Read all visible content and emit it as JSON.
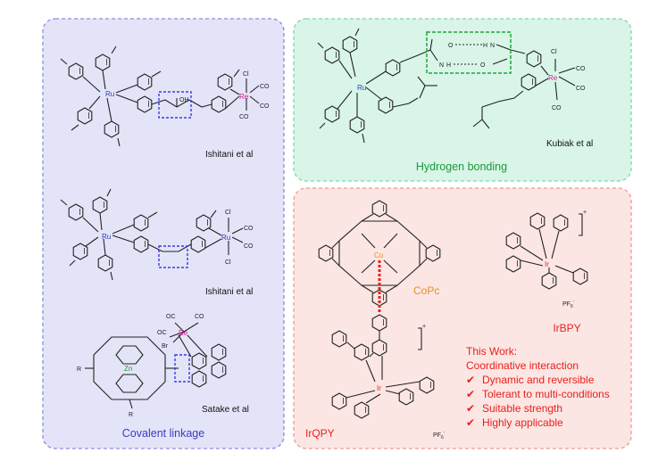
{
  "panels": {
    "covalent": {
      "title": "Covalent linkage",
      "examples": [
        {
          "author": "Ishitani et al",
          "metals": [
            "Ru",
            "Re"
          ],
          "ligands": [
            "Cl",
            "CO",
            "CO",
            "CO"
          ],
          "linker": "OH"
        },
        {
          "author": "Ishitani et al",
          "metals": [
            "Ru",
            "Ru"
          ],
          "ligands": [
            "Cl",
            "CO",
            "CO",
            "Cl"
          ]
        },
        {
          "author": "Satake et al",
          "metals": [
            "Zn",
            "Re"
          ],
          "ligands": [
            "OC",
            "CO",
            "OC",
            "Br"
          ],
          "substituent": "R"
        }
      ]
    },
    "hbond": {
      "title": "Hydrogen bonding",
      "author": "Kubiak et al",
      "metals": [
        "Ru",
        "Re"
      ],
      "ligands": [
        "Cl",
        "CO",
        "CO",
        "CO"
      ],
      "bridge": [
        "O",
        "H",
        "N",
        "N",
        "H",
        "O"
      ]
    },
    "coordinative": {
      "copc_label": "CoPc",
      "copc_metal": "Co",
      "irbpy_label": "IrBPY",
      "irqpy_label": "IrQPY",
      "ir_metal": "Ir",
      "charge": "+",
      "counterion": "PF6",
      "counterion_base": "PF",
      "counterion_sub": "6",
      "counterion_sup": "-",
      "this_work": {
        "heading": "This Work:",
        "subheading": "Coordinative interaction",
        "check": "✔",
        "points": [
          "Dynamic and reversible",
          "Tolerant to multi-conditions",
          "Suitable strength",
          "Highly applicable"
        ]
      }
    }
  },
  "colors": {
    "covalent_bg": "#e4e4f8",
    "covalent_border": "#8c8ce0",
    "covalent_title": "#3a3ac8",
    "hbond_bg": "#d8f5e8",
    "hbond_border": "#7fd6a8",
    "hbond_title": "#1a9a3a",
    "coord_bg": "#fbe6e4",
    "coord_border": "#ec9b95",
    "red_text": "#e8201c",
    "copc_label": "#e8901c",
    "ru": "#2a3fb0",
    "re": "#d01c8c",
    "zn": "#1c9c3a",
    "co": "#e8901c",
    "linker_box": "#3a3ae8",
    "hbond_box": "#1aa83a"
  }
}
